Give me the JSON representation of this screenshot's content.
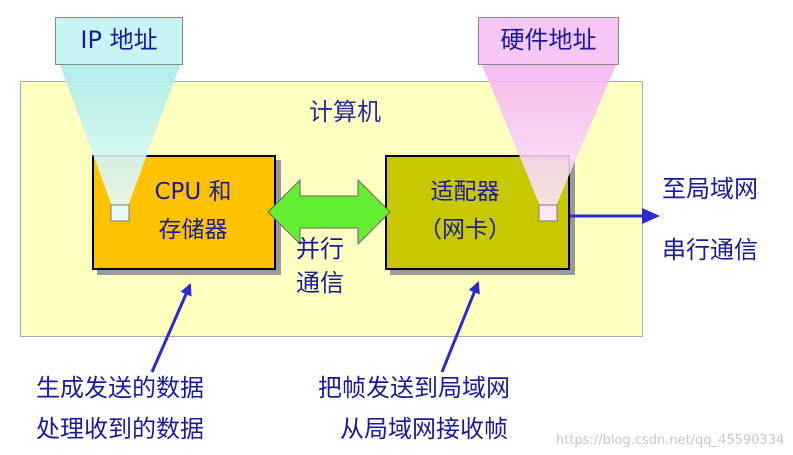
{
  "ip_tag": {
    "label": "IP 地址"
  },
  "hw_tag": {
    "label": "硬件地址"
  },
  "computer": {
    "label": "计算机"
  },
  "cpu": {
    "line1": "CPU 和",
    "line2": "存储器"
  },
  "adapter": {
    "line1": "适配器",
    "line2": "（网卡）"
  },
  "parallel": {
    "line1": "并行",
    "line2": "通信"
  },
  "network": {
    "line1": "至局域网",
    "line2": "串行通信"
  },
  "cpu_note": {
    "line1": "生成发送的数据",
    "line2": "处理收到的数据"
  },
  "adapter_note": {
    "line1": "把帧发送到局域网",
    "line2": "从局域网接收帧"
  },
  "watermark": "https://blog.csdn.net/qq_45590334",
  "colors": {
    "computer_bg": "#ffffc0",
    "cpu_bg": "#ffc200",
    "adapter_bg": "#c8c800",
    "ip_tag_bg": "#c8f4f4",
    "hw_tag_bg": "#f6c6f4",
    "arrow_green": "#66ee33",
    "text_blue": "#1a1aa0"
  }
}
